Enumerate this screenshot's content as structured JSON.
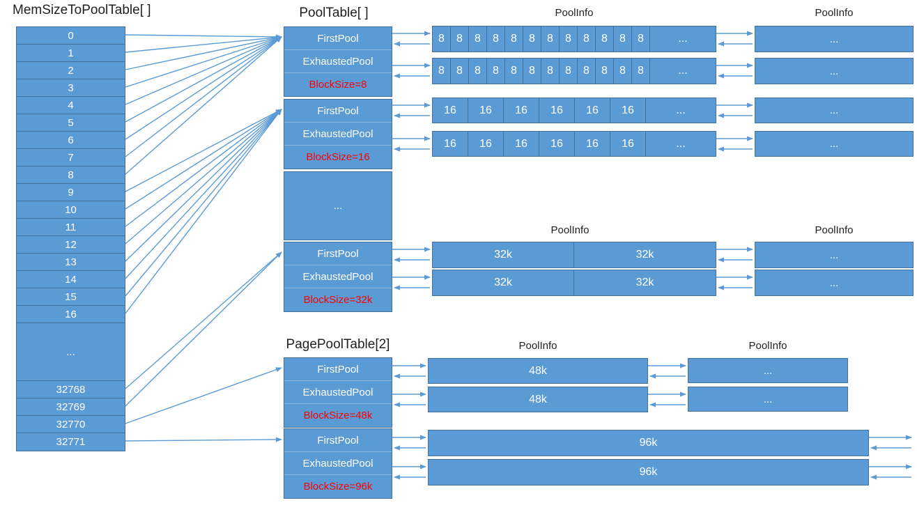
{
  "colors": {
    "box_fill": "#5B9BD5",
    "box_border": "#41719C",
    "arrow": "#5B9BD5",
    "block_size_text": "#FF0000",
    "cell_text": "#FFFFFF"
  },
  "mem_table": {
    "title": "MemSizeToPoolTable[ ]",
    "cells": [
      "0",
      "1",
      "2",
      "3",
      "4",
      "5",
      "6",
      "7",
      "8",
      "9",
      "10",
      "11",
      "12",
      "13",
      "14",
      "15",
      "16",
      "...",
      "32768",
      "32769",
      "32770",
      "32771"
    ]
  },
  "pool_table": {
    "title": "PoolTable[ ]",
    "blocks": [
      {
        "first_pool": "FirstPool",
        "exhausted_pool": "ExhaustedPool",
        "block_size": "BlockSize=8"
      },
      {
        "first_pool": "FirstPool",
        "exhausted_pool": "ExhaustedPool",
        "block_size": "BlockSize=16"
      },
      {
        "ellipsis": "..."
      },
      {
        "first_pool": "FirstPool",
        "exhausted_pool": "ExhaustedPool",
        "block_size": "BlockSize=32k"
      }
    ]
  },
  "page_pool_table": {
    "title": "PagePoolTable[2]",
    "blocks": [
      {
        "first_pool": "FirstPool",
        "exhausted_pool": "ExhaustedPool",
        "block_size": "BlockSize=48k"
      },
      {
        "first_pool": "FirstPool",
        "exhausted_pool": "ExhaustedPool",
        "block_size": "BlockSize=96k"
      }
    ]
  },
  "pool_info_groups": [
    {
      "title": "PoolInfo",
      "right_title": "PoolInfo",
      "rows": [
        {
          "cells": [
            "8",
            "8",
            "8",
            "8",
            "8",
            "8",
            "8",
            "8",
            "8",
            "8",
            "8",
            "8",
            "..."
          ]
        },
        {
          "cells": [
            "8",
            "8",
            "8",
            "8",
            "8",
            "8",
            "8",
            "8",
            "8",
            "8",
            "8",
            "8",
            "..."
          ]
        }
      ],
      "right_blocks": [
        "...",
        "..."
      ]
    },
    {
      "rows": [
        {
          "cells": [
            "16",
            "16",
            "16",
            "16",
            "16",
            "16",
            "..."
          ]
        },
        {
          "cells": [
            "16",
            "16",
            "16",
            "16",
            "16",
            "16",
            "..."
          ]
        }
      ],
      "right_blocks": [
        "...",
        "..."
      ]
    },
    {
      "title": "PoolInfo",
      "right_title": "PoolInfo",
      "rows": [
        {
          "cells": [
            "32k",
            "32k"
          ]
        },
        {
          "cells": [
            "32k",
            "32k"
          ]
        }
      ],
      "right_blocks": [
        "...",
        "..."
      ]
    },
    {
      "title": "PoolInfo",
      "right_title": "PoolInfo",
      "rows": [
        {
          "cells": [
            "48k"
          ]
        },
        {
          "cells": [
            "48k"
          ]
        }
      ],
      "right_blocks": [
        "...",
        "..."
      ]
    },
    {
      "rows": [
        {
          "cells": [
            "96k"
          ]
        },
        {
          "cells": [
            "96k"
          ]
        }
      ],
      "right_blocks": []
    }
  ]
}
